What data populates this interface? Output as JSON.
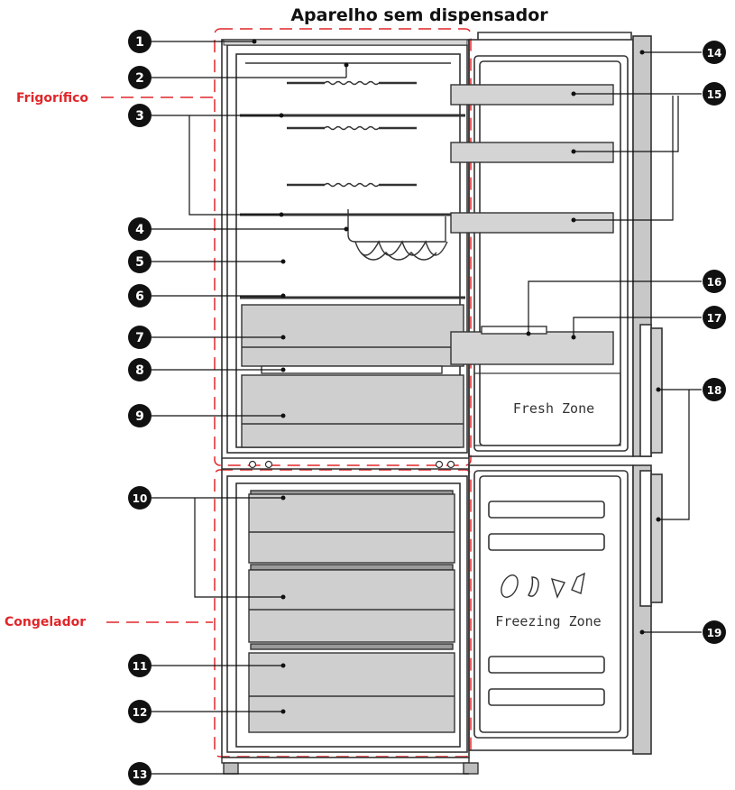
{
  "title": "Aparelho sem dispensador",
  "sections": {
    "fridge": "Frigorífico",
    "freezer": "Congelador"
  },
  "zones": {
    "fresh": "Fresh Zone",
    "freezing": "Freezing Zone"
  },
  "callouts": [
    "1",
    "2",
    "3",
    "4",
    "5",
    "6",
    "7",
    "8",
    "9",
    "10",
    "11",
    "12",
    "13",
    "14",
    "15",
    "16",
    "17",
    "18",
    "19"
  ],
  "colors": {
    "accent_red": "#e0262a",
    "badge": "#111111",
    "outline": "#333333",
    "panel_gray": "#cfcfcf"
  }
}
